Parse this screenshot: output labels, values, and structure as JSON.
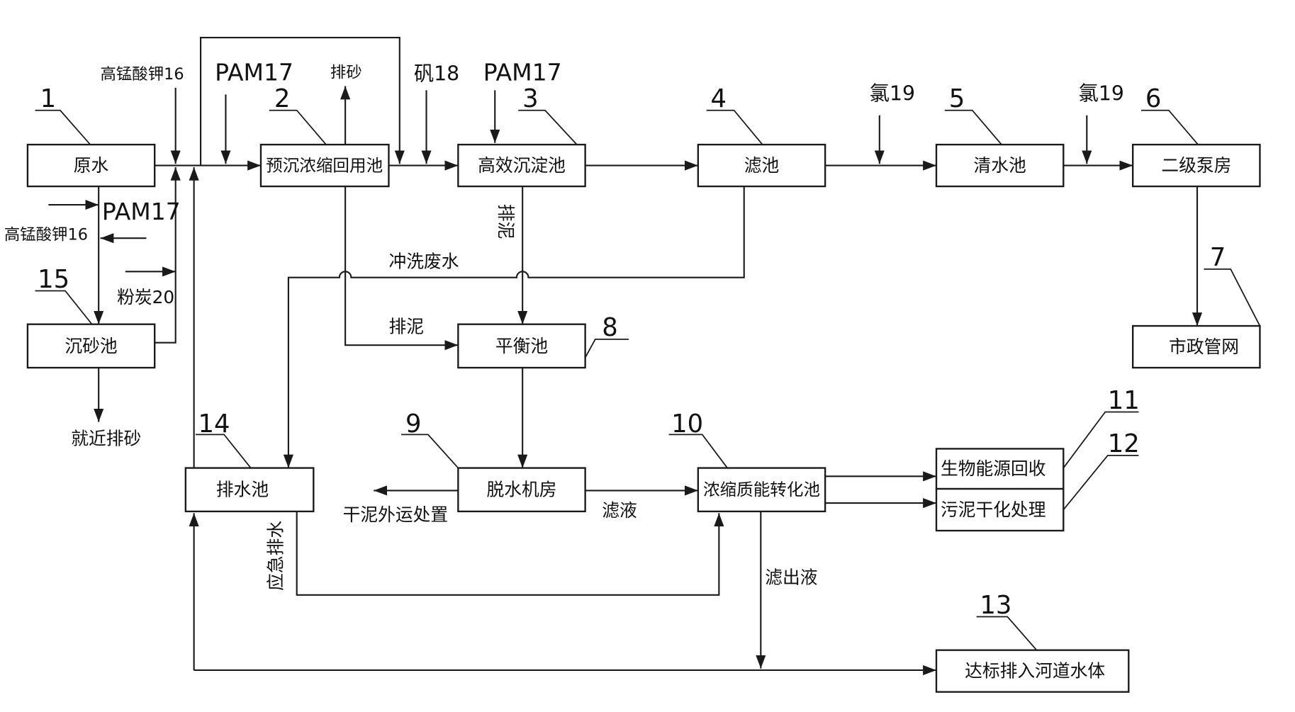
{
  "units": {
    "raw_water": {
      "number": "1",
      "label": "原水"
    },
    "presettling": {
      "number": "2",
      "label": "预沉浓缩回用池"
    },
    "hi_eff_settling": {
      "number": "3",
      "label": "高效沉淀池"
    },
    "filter": {
      "number": "4",
      "label": "滤池"
    },
    "clear_well": {
      "number": "5",
      "label": "清水池"
    },
    "pump_house": {
      "number": "6",
      "label": "二级泵房"
    },
    "municipal": {
      "number": "7",
      "label": "市政管网"
    },
    "balance": {
      "number": "8",
      "label": "平衡池"
    },
    "dewatering": {
      "number": "9",
      "label": "脱水机房"
    },
    "conversion": {
      "number": "10",
      "label": "浓缩质能转化池"
    },
    "bioenergy": {
      "number": "11",
      "label": "生物能源回收"
    },
    "sludge_drying": {
      "number": "12",
      "label": "污泥干化处理"
    },
    "river": {
      "number": "13",
      "label": "达标排入河道水体"
    },
    "drain_pool": {
      "number": "14",
      "label": "排水池"
    },
    "grit": {
      "number": "15",
      "label": "沉砂池"
    }
  },
  "dosing": {
    "kmno4_top": "高锰酸钾16",
    "pam_top_1": "PAM17",
    "alum": "矾18",
    "pam_top_2": "PAM17",
    "chlorine_1": "氯19",
    "chlorine_2": "氯19",
    "pam_left": "PAM17",
    "kmno4_left": "高锰酸钾16",
    "carbon": "粉炭20"
  },
  "streams": {
    "sand_out": "排砂",
    "sludge_vertical": "排泥",
    "backwash": "冲洗废水",
    "sludge_horizontal": "排泥",
    "dry_sludge": "干泥外运处置",
    "filtrate": "滤液",
    "effluent": "滤出液",
    "emergency": "应急排水",
    "local_sand": "就近排砂"
  },
  "colors": {
    "line": "#1a1a1a",
    "background": "#ffffff"
  }
}
